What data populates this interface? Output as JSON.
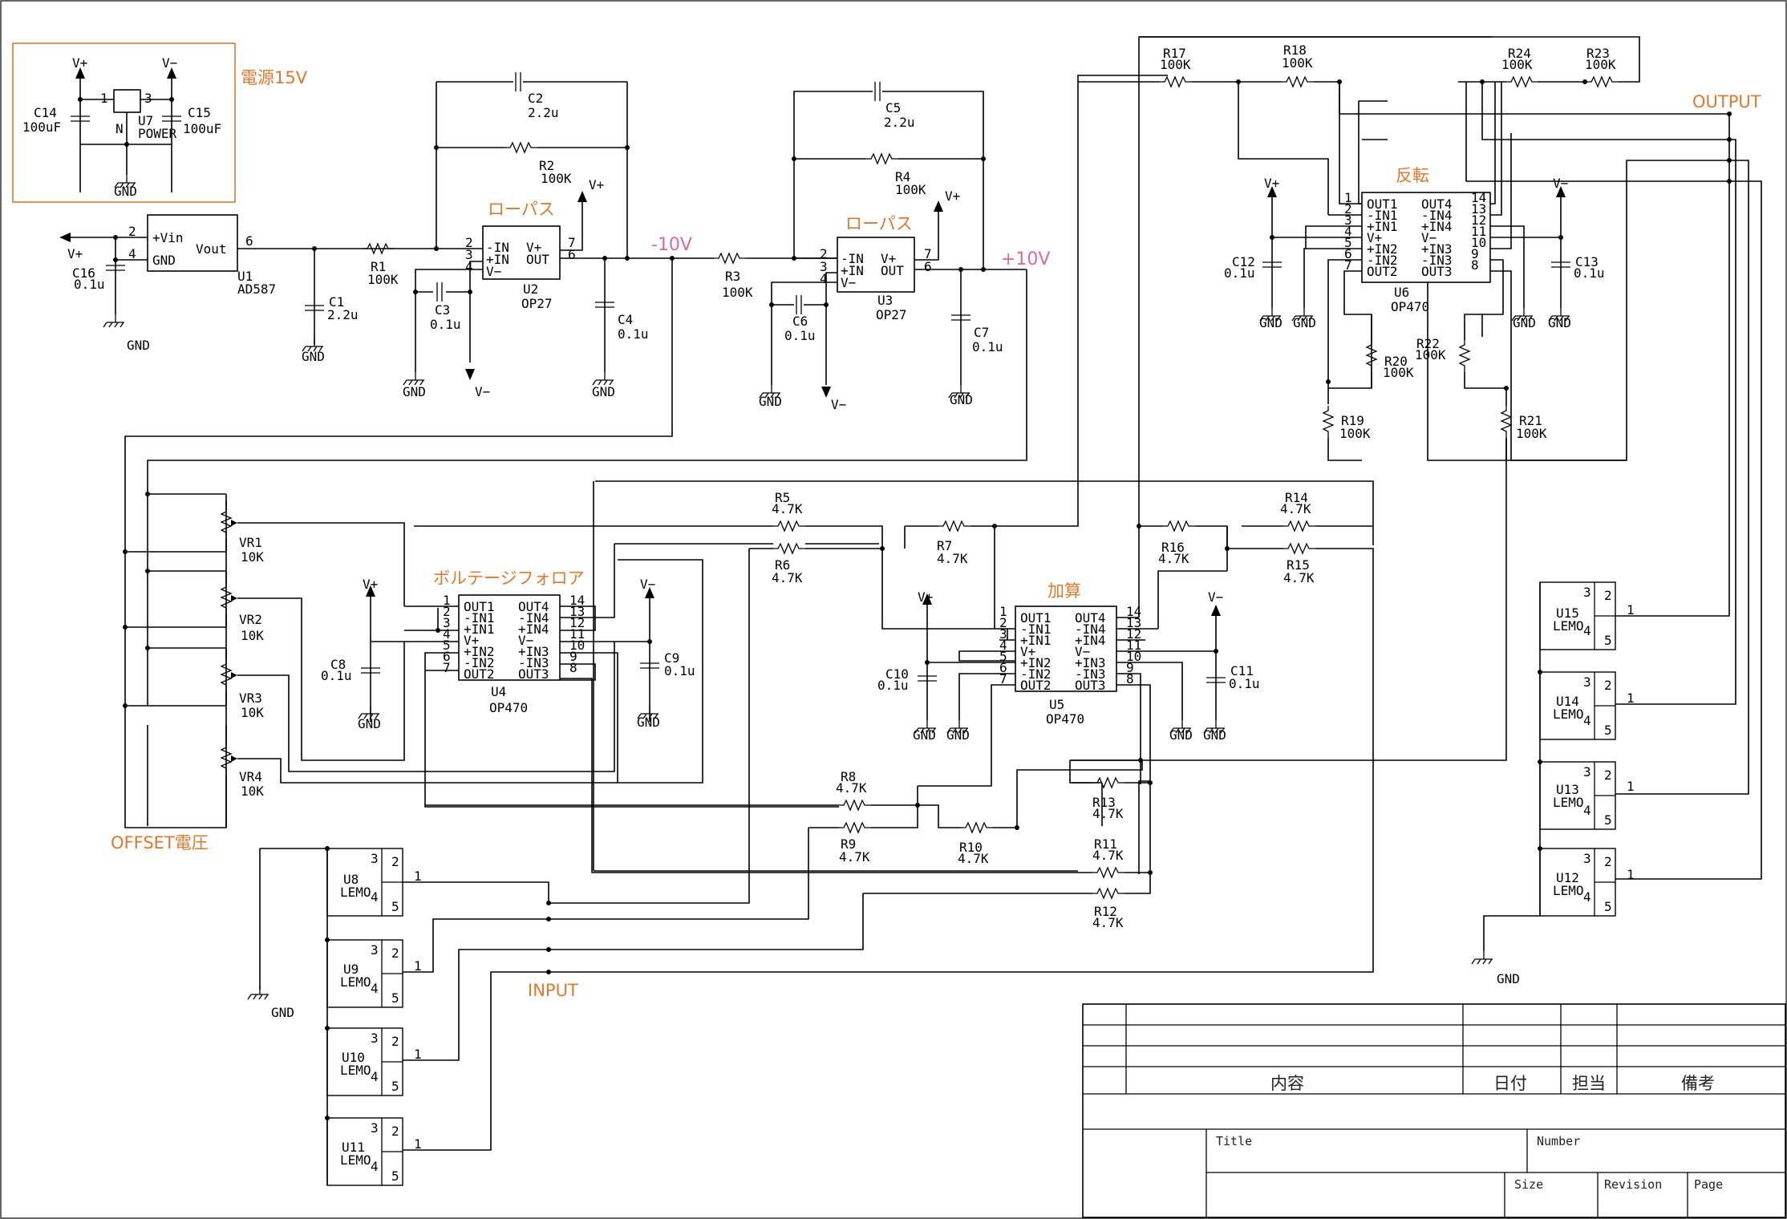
{
  "sections": {
    "power": "電源15V",
    "lowpass1": "ローパス",
    "lowpass2": "ローパス",
    "follower": "ボルテージフォロア",
    "adder": "加算",
    "inverter": "反転",
    "offset": "OFFSET電圧",
    "input": "INPUT",
    "output": "OUTPUT"
  },
  "voltages": {
    "minus10": "-10V",
    "plus10": "+10V"
  },
  "rails": {
    "vplus": "V+",
    "vminus": "V−",
    "gnd": "GND"
  },
  "parts": {
    "U1": {
      "ref": "U1",
      "value": "AD587",
      "pin_in": "+Vin",
      "pin_gnd": "GND",
      "pin_out": "Vout",
      "p2": "2",
      "p4": "4",
      "p6": "6"
    },
    "U7": {
      "ref": "U7",
      "value": "POWER",
      "p1": "1",
      "p3": "3",
      "p2": "N"
    },
    "U2": {
      "ref": "U2",
      "value": "OP27"
    },
    "U3": {
      "ref": "U3",
      "value": "OP27"
    },
    "U4": {
      "ref": "U4",
      "value": "OP470"
    },
    "U5": {
      "ref": "U5",
      "value": "OP470"
    },
    "U6": {
      "ref": "U6",
      "value": "OP470"
    },
    "C1": {
      "ref": "C1",
      "value": "2.2u"
    },
    "C2": {
      "ref": "C2",
      "value": "2.2u"
    },
    "C3": {
      "ref": "C3",
      "value": "0.1u"
    },
    "C4": {
      "ref": "C4",
      "value": "0.1u"
    },
    "C5": {
      "ref": "C5",
      "value": "2.2u"
    },
    "C6": {
      "ref": "C6",
      "value": "0.1u"
    },
    "C7": {
      "ref": "C7",
      "value": "0.1u"
    },
    "C8": {
      "ref": "C8",
      "value": "0.1u"
    },
    "C9": {
      "ref": "C9",
      "value": "0.1u"
    },
    "C10": {
      "ref": "C10",
      "value": "0.1u"
    },
    "C11": {
      "ref": "C11",
      "value": "0.1u"
    },
    "C12": {
      "ref": "C12",
      "value": "0.1u"
    },
    "C13": {
      "ref": "C13",
      "value": "0.1u"
    },
    "C14": {
      "ref": "C14",
      "value": "100uF"
    },
    "C15": {
      "ref": "C15",
      "value": "100uF"
    },
    "C16": {
      "ref": "C16",
      "value": "0.1u"
    },
    "R1": {
      "ref": "R1",
      "value": "100K"
    },
    "R2": {
      "ref": "R2",
      "value": "100K"
    },
    "R3": {
      "ref": "R3",
      "value": "100K"
    },
    "R4": {
      "ref": "R4",
      "value": "100K"
    },
    "R5": {
      "ref": "R5",
      "value": "4.7K"
    },
    "R6": {
      "ref": "R6",
      "value": "4.7K"
    },
    "R7": {
      "ref": "R7",
      "value": "4.7K"
    },
    "R8": {
      "ref": "R8",
      "value": "4.7K"
    },
    "R9": {
      "ref": "R9",
      "value": "4.7K"
    },
    "R10": {
      "ref": "R10",
      "value": "4.7K"
    },
    "R11": {
      "ref": "R11",
      "value": "4.7K"
    },
    "R12": {
      "ref": "R12",
      "value": "4.7K"
    },
    "R13": {
      "ref": "R13",
      "value": "4.7K"
    },
    "R14": {
      "ref": "R14",
      "value": "4.7K"
    },
    "R15": {
      "ref": "R15",
      "value": "4.7K"
    },
    "R16": {
      "ref": "R16",
      "value": "4.7K"
    },
    "R17": {
      "ref": "R17",
      "value": "100K"
    },
    "R18": {
      "ref": "R18",
      "value": "100K"
    },
    "R19": {
      "ref": "R19",
      "value": "100K"
    },
    "R20": {
      "ref": "R20",
      "value": "100K"
    },
    "R21": {
      "ref": "R21",
      "value": "100K"
    },
    "R22": {
      "ref": "R22",
      "value": "100K"
    },
    "R23": {
      "ref": "R23",
      "value": "100K"
    },
    "R24": {
      "ref": "R24",
      "value": "100K"
    },
    "VR1": {
      "ref": "VR1",
      "value": "10K"
    },
    "VR2": {
      "ref": "VR2",
      "value": "10K"
    },
    "VR3": {
      "ref": "VR3",
      "value": "10K"
    },
    "VR4": {
      "ref": "VR4",
      "value": "10K"
    }
  },
  "opamp_pins": {
    "single": {
      "in_minus": "-IN",
      "in_plus": "+IN",
      "vminus": "V−",
      "vplus": "V+",
      "out": "OUT",
      "p2": "2",
      "p3": "3",
      "p4": "4",
      "p6": "6",
      "p7": "7"
    },
    "quad_left": [
      "OUT1",
      "-IN1",
      "+IN1",
      "V+",
      "+IN2",
      "-IN2",
      "OUT2"
    ],
    "quad_right": [
      "OUT4",
      "-IN4",
      "+IN4",
      "V−",
      "+IN3",
      "-IN3",
      "OUT3"
    ],
    "quad_left_nums": [
      "1",
      "2",
      "3",
      "4",
      "5",
      "6",
      "7"
    ],
    "quad_right_nums": [
      "14",
      "13",
      "12",
      "11",
      "10",
      "9",
      "8"
    ]
  },
  "lemo": {
    "value": "LEMO",
    "pin_nums": [
      "3",
      "2",
      "4",
      "5"
    ],
    "pin1": "1",
    "inputs": [
      "U8",
      "U9",
      "U10",
      "U11"
    ],
    "outputs": [
      "U15",
      "U14",
      "U13",
      "U12"
    ]
  },
  "title_block": {
    "col_content": "内容",
    "col_date": "日付",
    "col_person": "担当",
    "col_note": "備考",
    "title": "Title",
    "number": "Number",
    "size": "Size",
    "revision": "Revision",
    "page": "Page"
  }
}
